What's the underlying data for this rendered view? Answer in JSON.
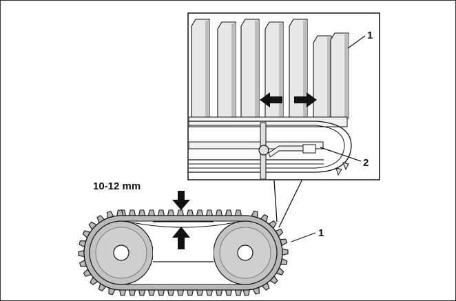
{
  "measurement": {
    "text": "10-12 mm"
  },
  "callouts": {
    "belt": "1",
    "detail_belt": "1",
    "detail_tensioner": "2"
  },
  "icons": [
    "down-arrow-icon",
    "up-arrow-icon",
    "left-arrow-icon",
    "right-arrow-icon"
  ],
  "colors": {
    "line": "#111111",
    "pulley": "#c4c4c4",
    "belt_fill": "#b8b8b8",
    "fin": "#e8e8e8"
  }
}
